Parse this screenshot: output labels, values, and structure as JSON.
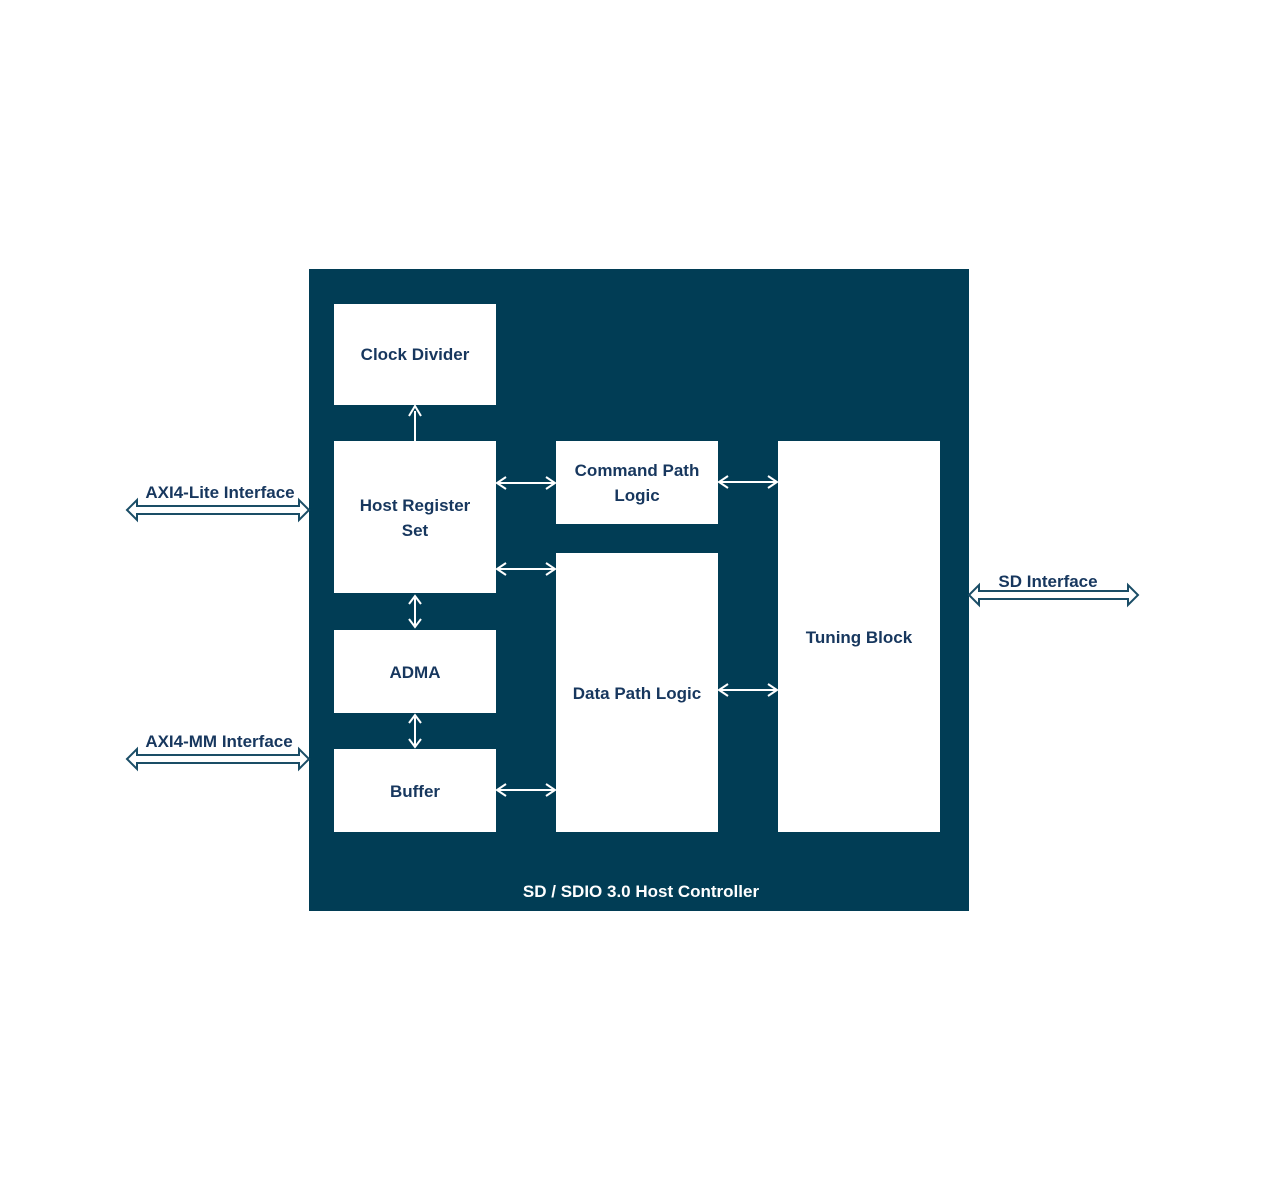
{
  "colors": {
    "container_fill": "#013d55",
    "block_fill": "#ffffff",
    "block_text": "#17375e",
    "container_text": "#ffffff",
    "inner_arrow": "#ffffff",
    "outer_arrow": "#1a4d66",
    "outer_label": "#17375e"
  },
  "container": {
    "title": "SD / SDIO 3.0 Host Controller"
  },
  "blocks": {
    "clock_divider": "Clock Divider",
    "host_register_set_line1": "Host Register",
    "host_register_set_line2": "Set",
    "adma": "ADMA",
    "buffer": "Buffer",
    "command_path_line1": "Command Path",
    "command_path_line2": "Logic",
    "data_path": "Data Path Logic",
    "tuning_block": "Tuning Block"
  },
  "interfaces": {
    "axi4_lite": "AXI4-Lite Interface",
    "axi4_mm": "AXI4-MM Interface",
    "sd": "SD Interface"
  }
}
